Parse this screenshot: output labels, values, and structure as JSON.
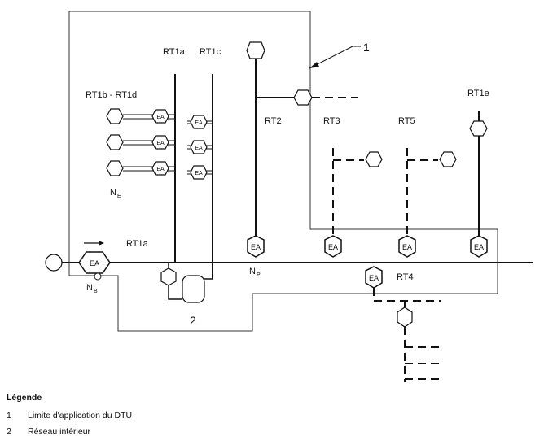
{
  "diagram": {
    "labels": {
      "rt1a_top": "RT1a",
      "rt1c": "RT1c",
      "rt1b_rt1d": "RT1b - RT1d",
      "rt2": "RT2",
      "rt3": "RT3",
      "rt5": "RT5",
      "rt1e": "RT1e",
      "rt1a_main": "RT1a",
      "rt4": "RT4",
      "callout_1": "1",
      "callout_2": "2",
      "ea": "EA",
      "n_e": "N",
      "n_e_sub": "E",
      "n_b": "N",
      "n_b_sub": "B",
      "n_p": "N",
      "n_p_sub": "P"
    }
  },
  "legend": {
    "title": "Légende",
    "items": [
      {
        "number": "1",
        "text": "Limite d'application du DTU"
      },
      {
        "number": "2",
        "text": "Réseau intérieur"
      }
    ]
  }
}
